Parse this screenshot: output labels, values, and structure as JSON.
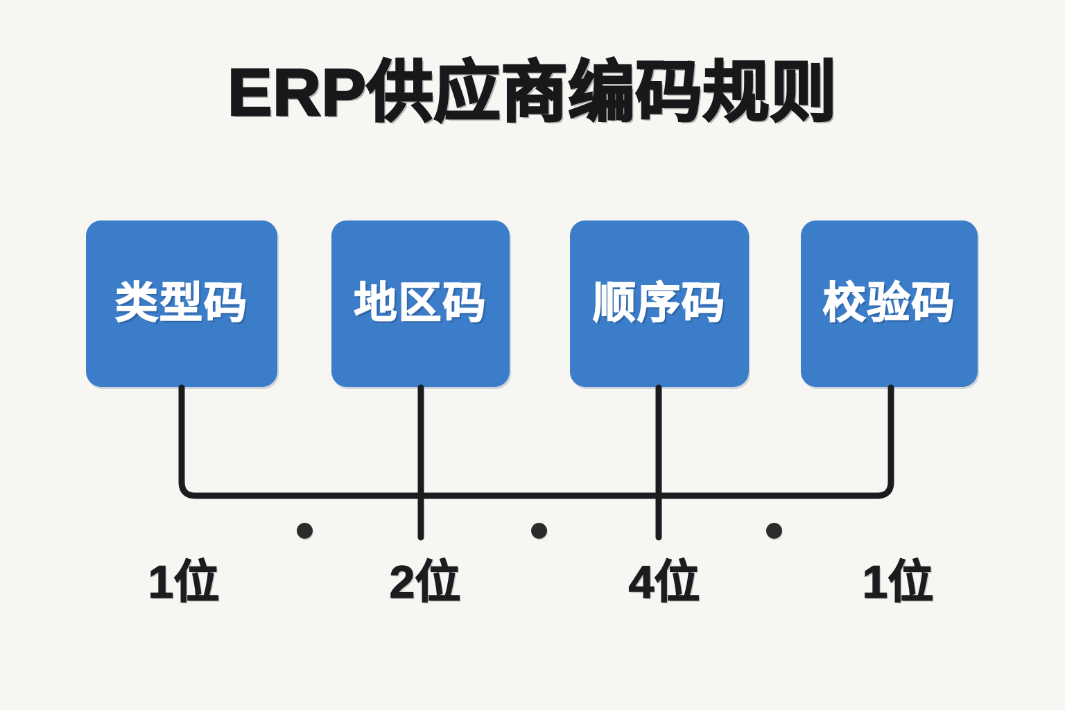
{
  "page": {
    "background_color": "#f7f6f3",
    "title": "ERP供应商编码规则"
  },
  "theme": {
    "box_color": "#3b7dc8",
    "box_text_color": "#ffffff",
    "line_color": "#1b1c1e",
    "dot_color": "#2b2b2b",
    "title_color": "#17181a"
  },
  "diagram": {
    "type": "code-structure-breakdown",
    "separator_glyph": "•",
    "segments": [
      {
        "label": "类型码",
        "length": "1位"
      },
      {
        "label": "地区码",
        "length": "2位"
      },
      {
        "label": "顺序码",
        "length": "4位"
      },
      {
        "label": "校验码",
        "length": "1位"
      }
    ]
  }
}
